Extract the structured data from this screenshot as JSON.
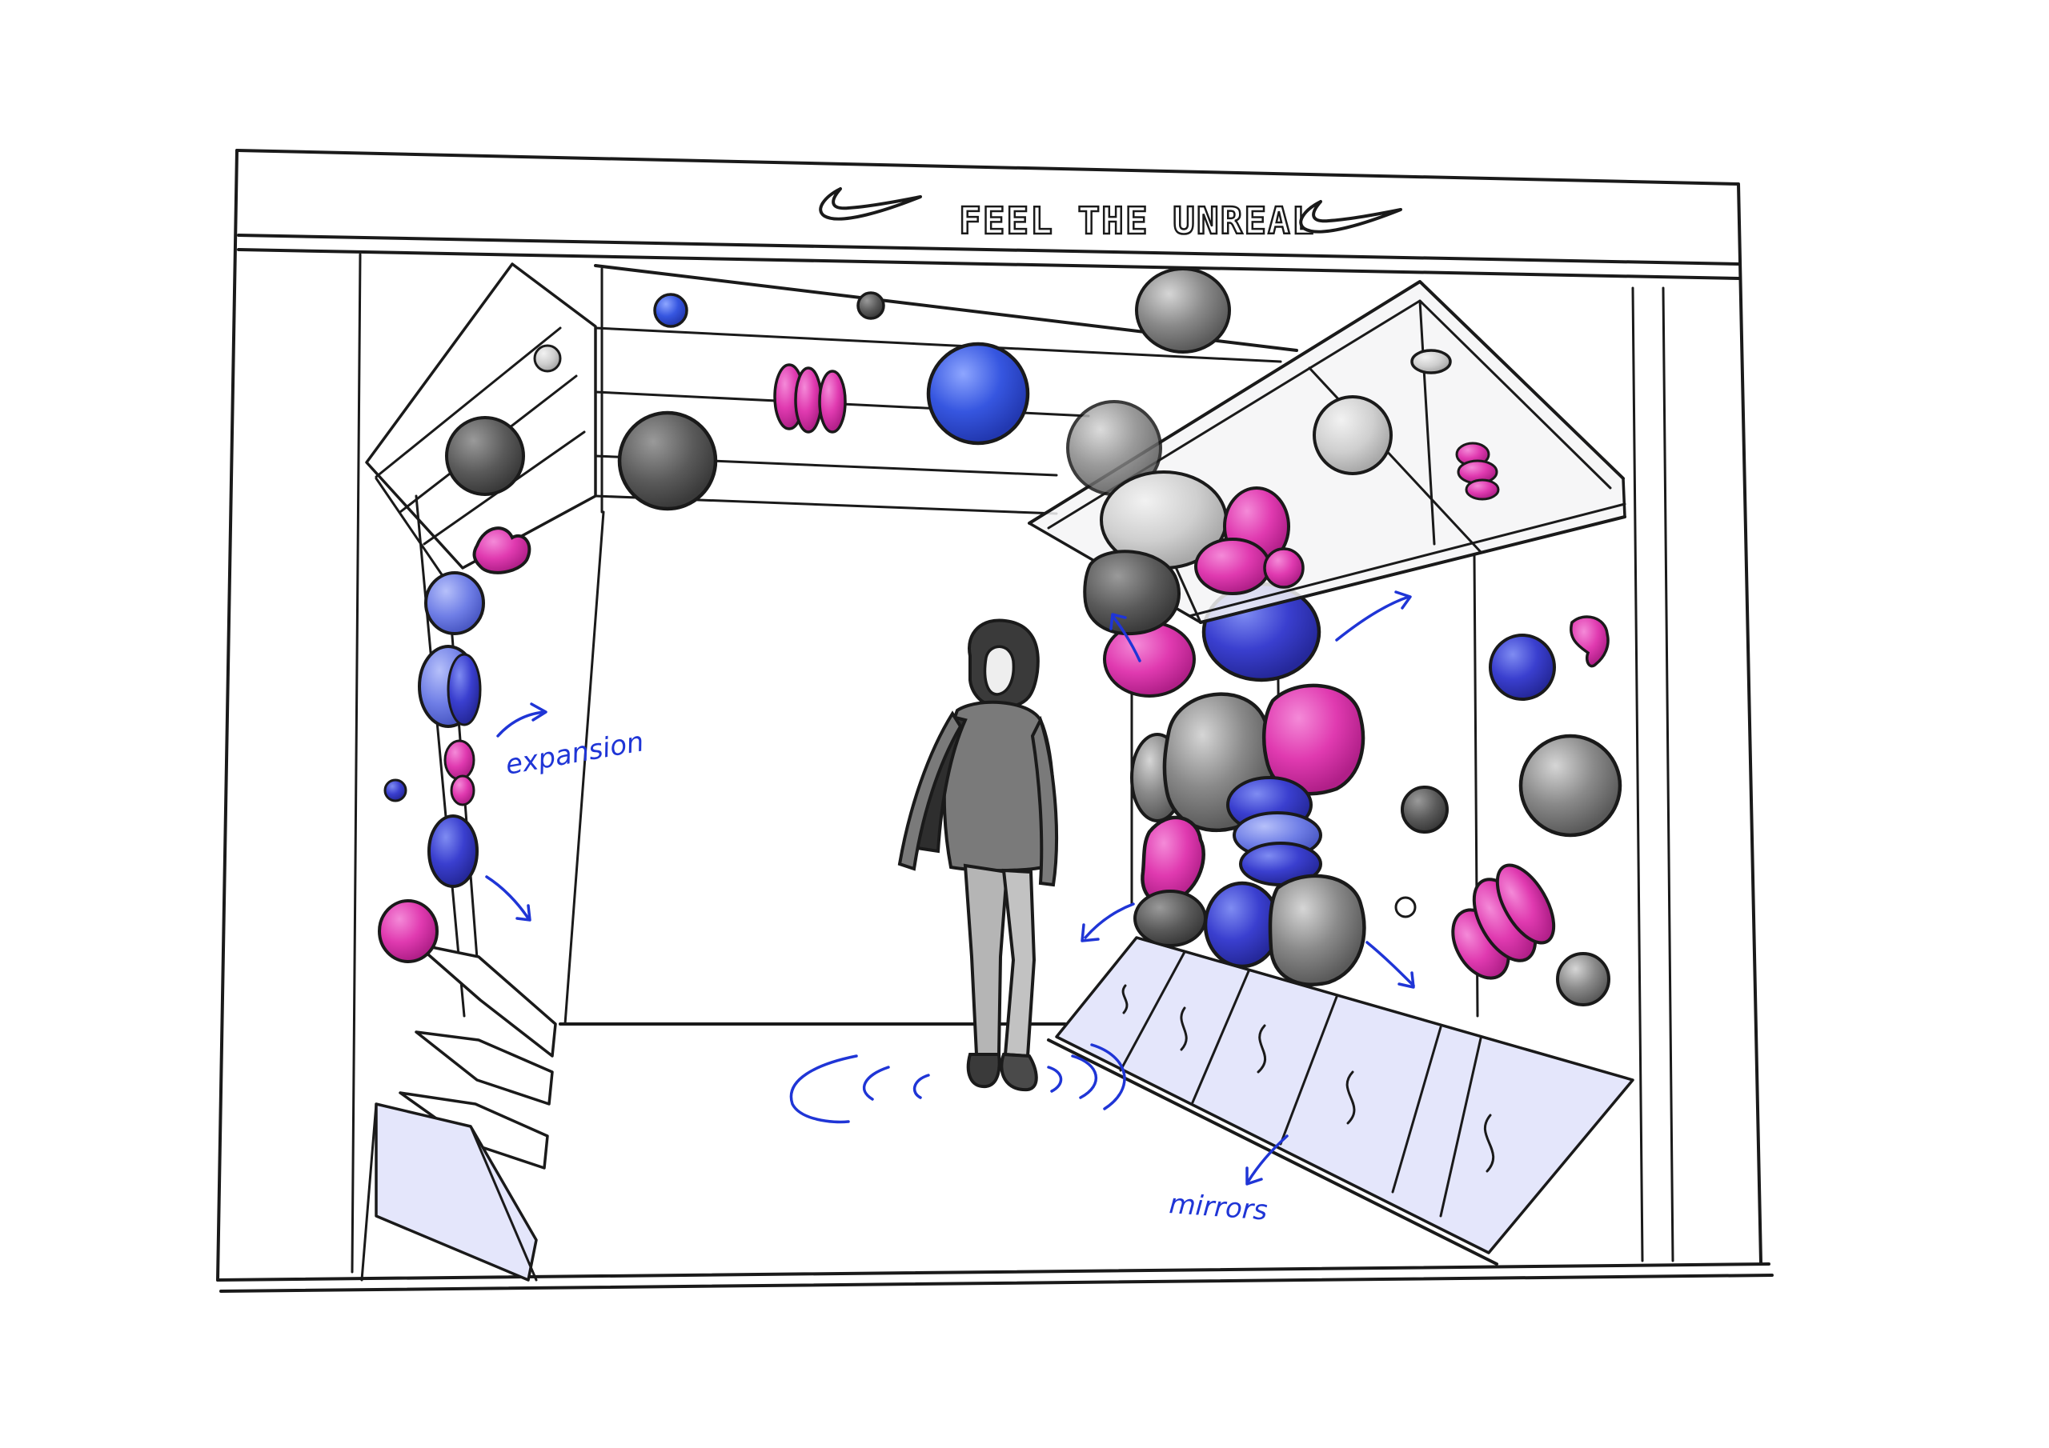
{
  "sign": {
    "text": "FEEL THE UNREAL",
    "logo": "nike-swoosh"
  },
  "annotations": {
    "expansion": "expansion",
    "mirrors": "mirrors"
  },
  "colors": {
    "ink": "#1a1a1a",
    "annotation_blue": "#1f35d6",
    "pink": "#e03ab0",
    "blue": "#3a3fcf",
    "light_blue": "#6f7ee6",
    "grey": "#8a8a8a",
    "dark_grey": "#5e5e5e",
    "light_grey": "#cfcfcf",
    "mirror_tint": "#e4e6fb"
  }
}
